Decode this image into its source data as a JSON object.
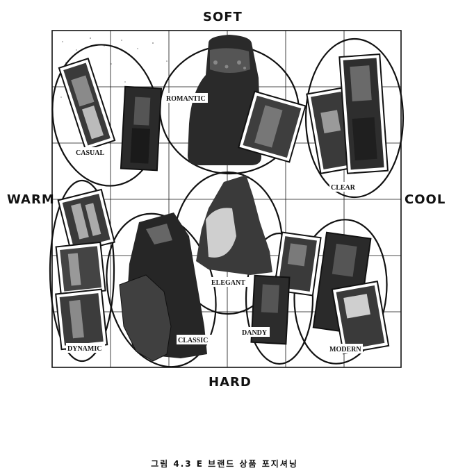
{
  "axes": {
    "top": "SOFT",
    "bottom": "HARD",
    "left": "WARM",
    "right": "COOL"
  },
  "groups": [
    {
      "id": "casual",
      "label": "CASUAL"
    },
    {
      "id": "romantic",
      "label": "ROMANTIC"
    },
    {
      "id": "clear",
      "label": "CLEAR"
    },
    {
      "id": "elegant",
      "label": "ELEGANT"
    },
    {
      "id": "dynamic",
      "label": "DYNAMIC"
    },
    {
      "id": "classic",
      "label": "CLASSIC"
    },
    {
      "id": "dandy",
      "label": "DANDY"
    },
    {
      "id": "modern",
      "label": "MODERN"
    }
  ],
  "caption": "그림 4.3  E 브랜드 상품 포지셔닝",
  "colors": {
    "ink": "#111111",
    "photo_dark": "#2a2a2a",
    "photo_mid": "#4a4a4a",
    "paper": "#ffffff"
  }
}
